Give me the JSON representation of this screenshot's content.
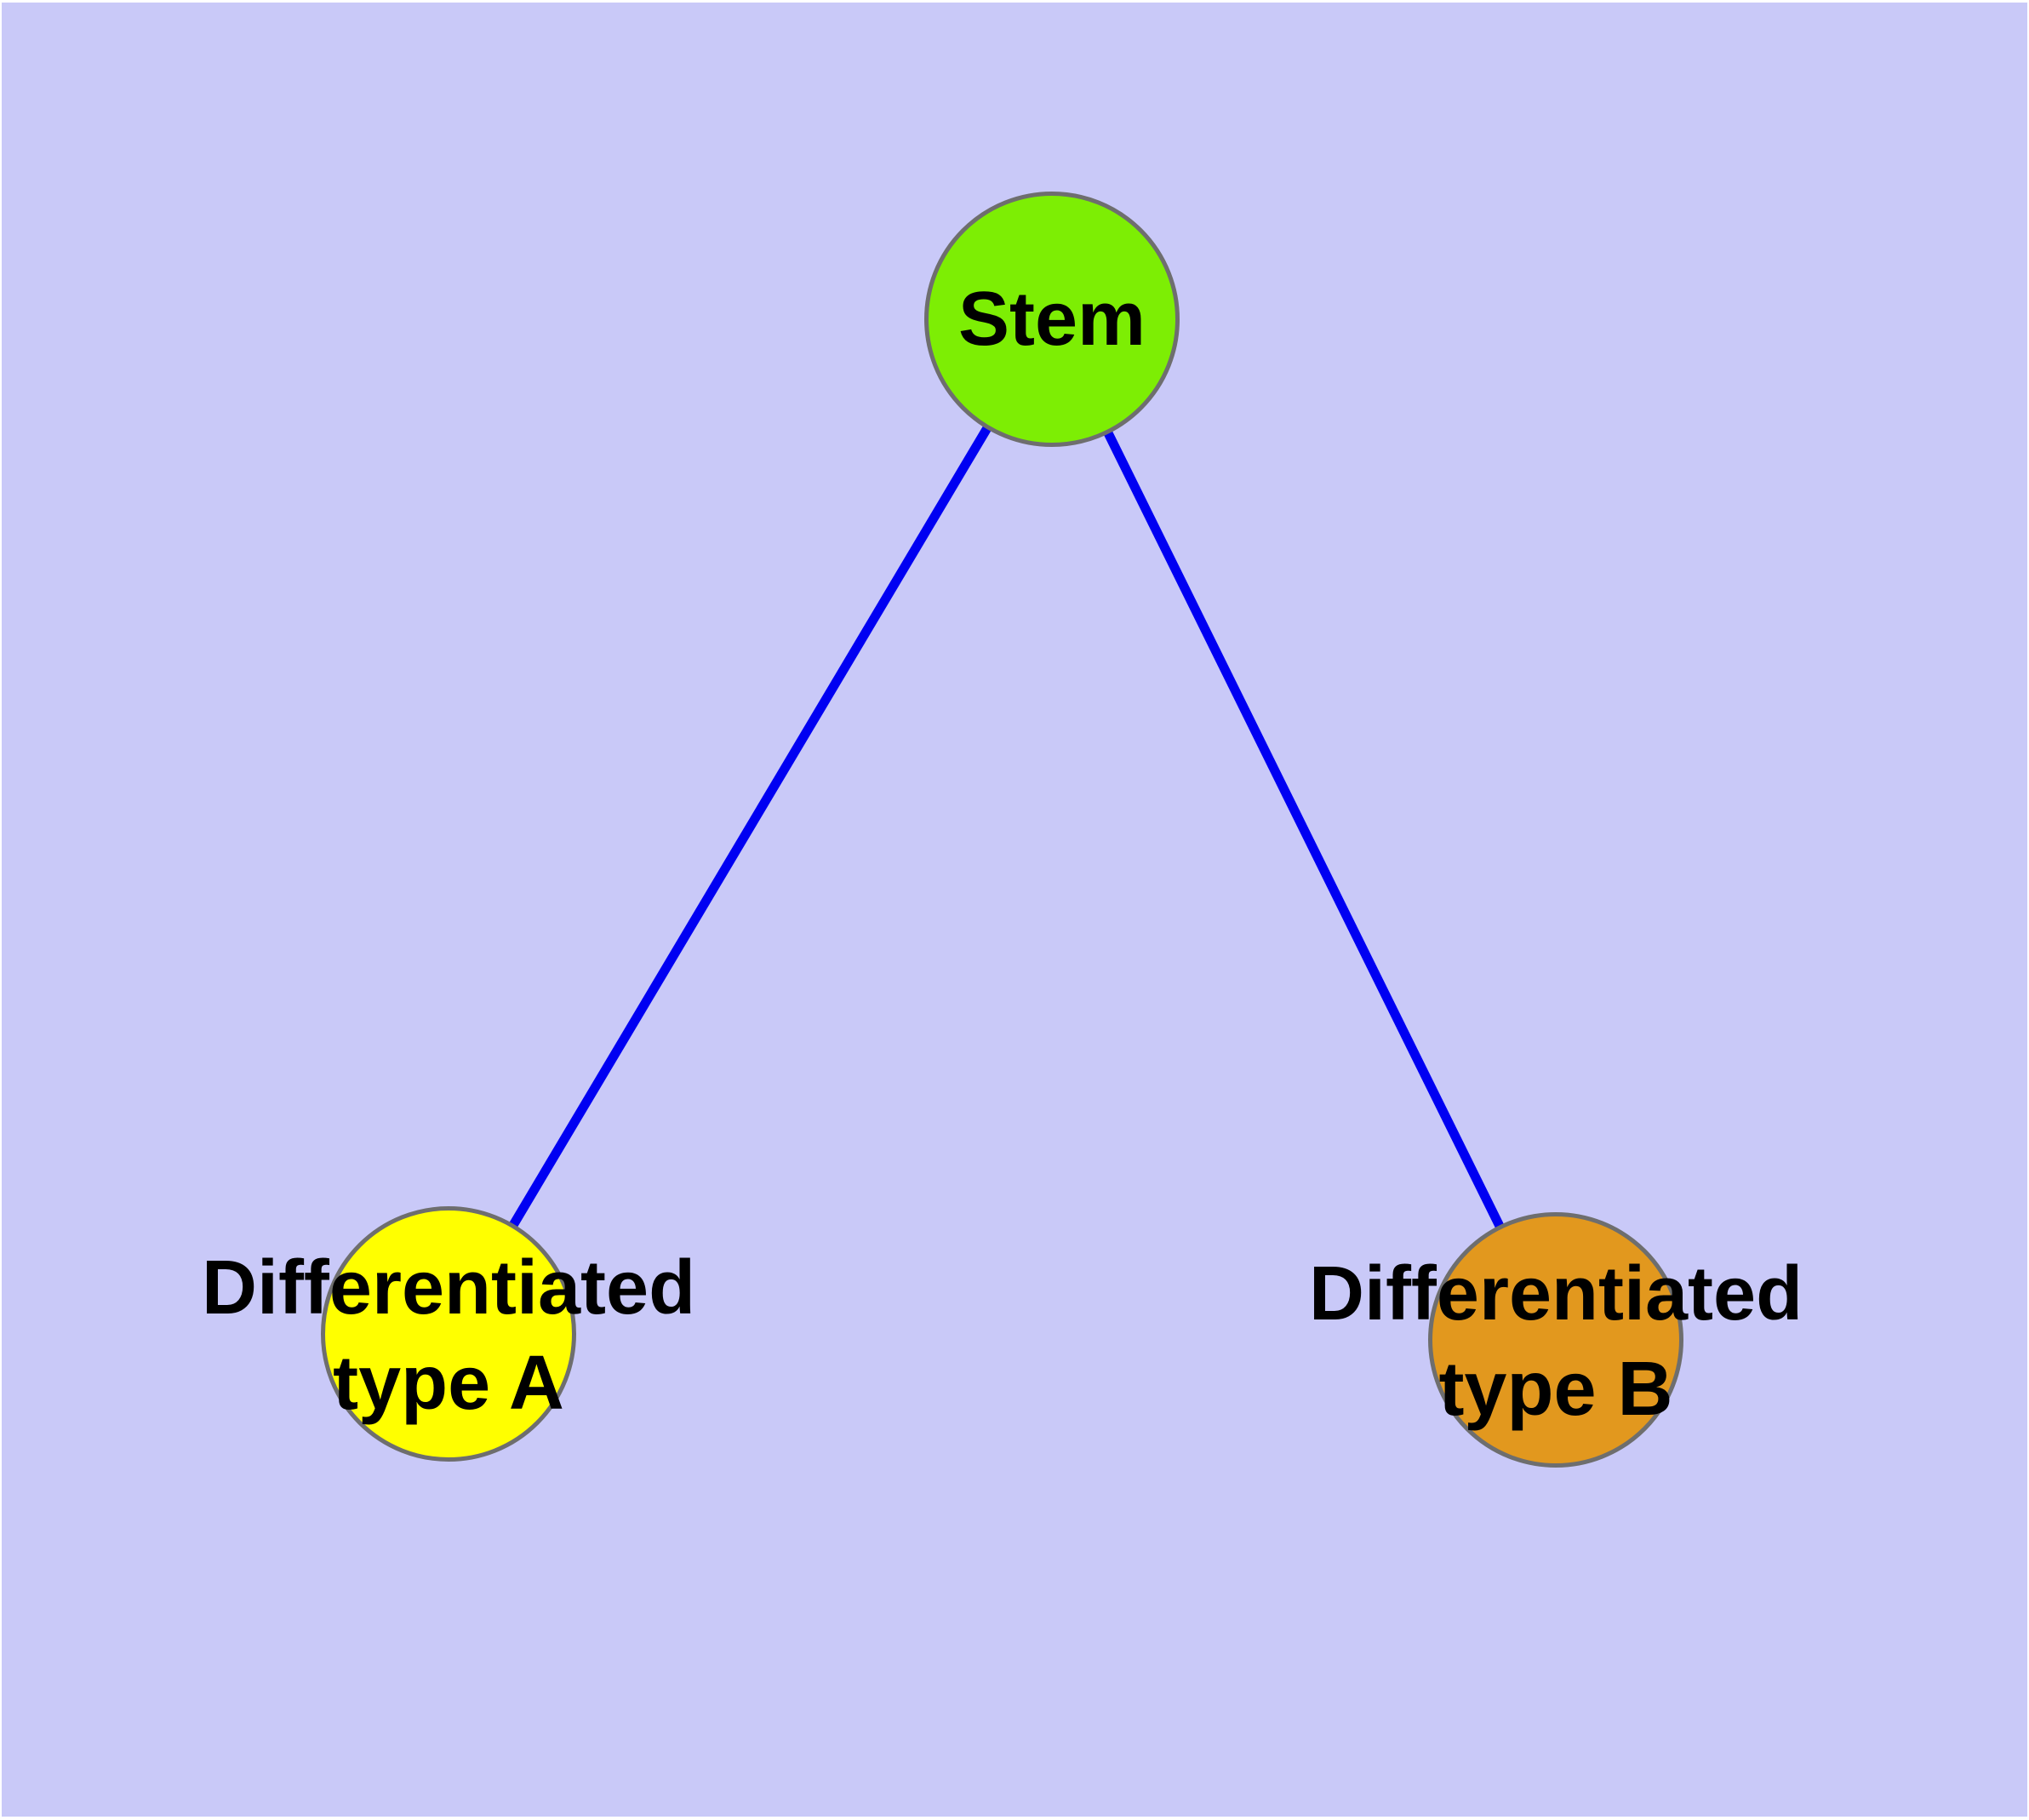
{
  "diagram": {
    "type": "graph",
    "background_color": "#C9C9F8",
    "edge_color": "#0000F2",
    "node_border_color": "#6E6E6E",
    "text_color": "#000000",
    "nodes": [
      {
        "id": "stem",
        "label": "Stem",
        "label_line1": "Stem",
        "label_line2": "",
        "fill": "#7DEE04"
      },
      {
        "id": "diff-a",
        "label": "Differentiated type A",
        "label_line1": "Differentiated",
        "label_line2": "type A",
        "fill": "#FFFF00"
      },
      {
        "id": "diff-b",
        "label": "Differentiated type B",
        "label_line1": "Differentiated",
        "label_line2": "type B",
        "fill": "#E2981E"
      }
    ],
    "edges": [
      {
        "from": "Stem",
        "to": "Differentiated type A"
      },
      {
        "from": "Stem",
        "to": "Differentiated type B"
      }
    ]
  }
}
